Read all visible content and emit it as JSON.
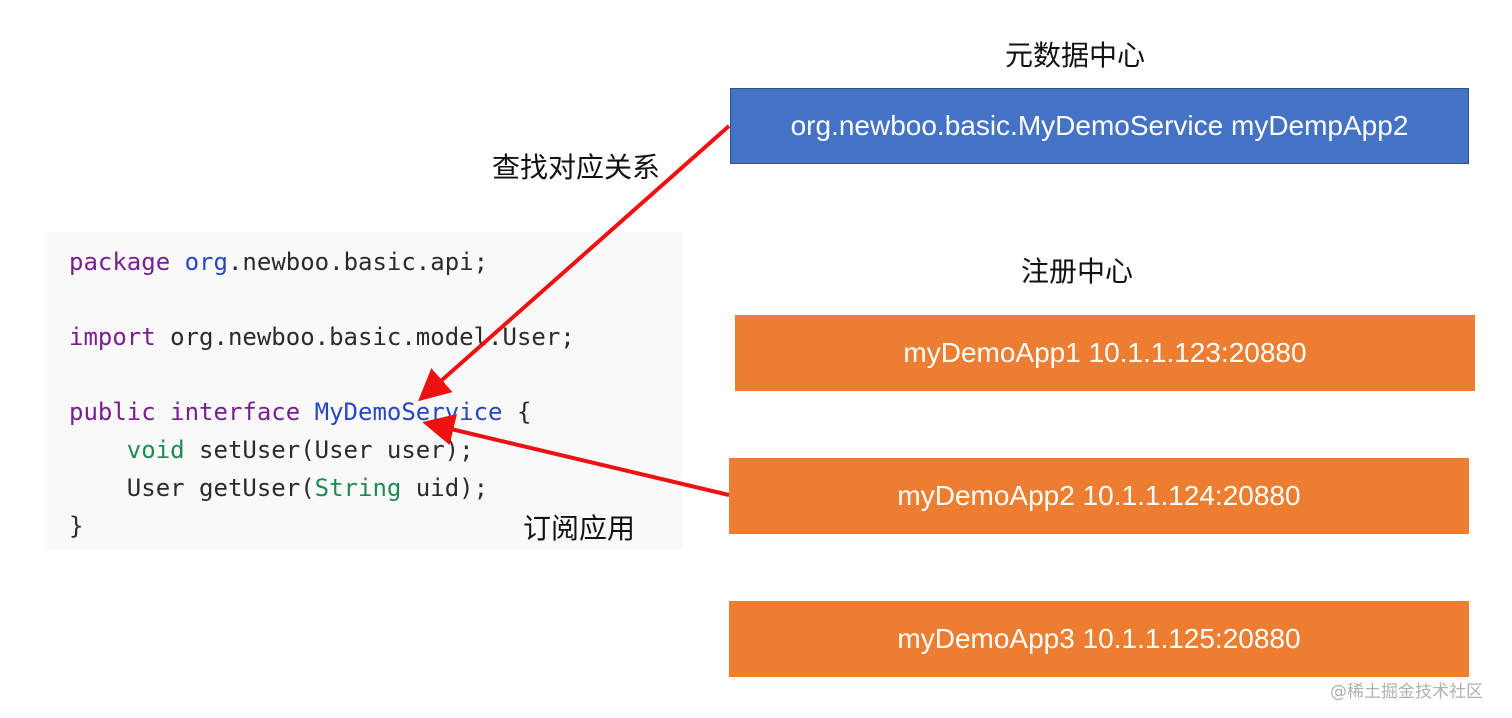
{
  "metadata_center": {
    "title": "元数据中心",
    "mapping": "org.newboo.basic.MyDemoService myDempApp2",
    "box_color": "#4472c4"
  },
  "registry_center": {
    "title": "注册中心",
    "apps": [
      {
        "label": "myDemoApp1 10.1.1.123:20880"
      },
      {
        "label": "myDemoApp2 10.1.1.124:20880"
      },
      {
        "label": "myDemoApp3 10.1.1.125:20880"
      }
    ],
    "box_color": "#ed7d31"
  },
  "code": {
    "line1": {
      "kw": "package",
      "pkg": "org",
      "rest": ".newboo.basic.api;"
    },
    "line2": {
      "kw": "import",
      "rest": "org.newboo.basic.model.User;"
    },
    "line3": {
      "kw1": "public",
      "kw2": "interface",
      "name": "MyDemoService",
      "rest": "{"
    },
    "line4": {
      "type": "void",
      "rest": "setUser(User user);"
    },
    "line5": {
      "pre": "User getUser(",
      "type": "String",
      "rest": "uid);"
    },
    "line6": {
      "text": "}"
    }
  },
  "arrows": {
    "lookup_label": "查找对应关系",
    "subscribe_label": "订阅应用",
    "color": "#ee1111"
  },
  "watermark": "@稀土掘金技术社区"
}
